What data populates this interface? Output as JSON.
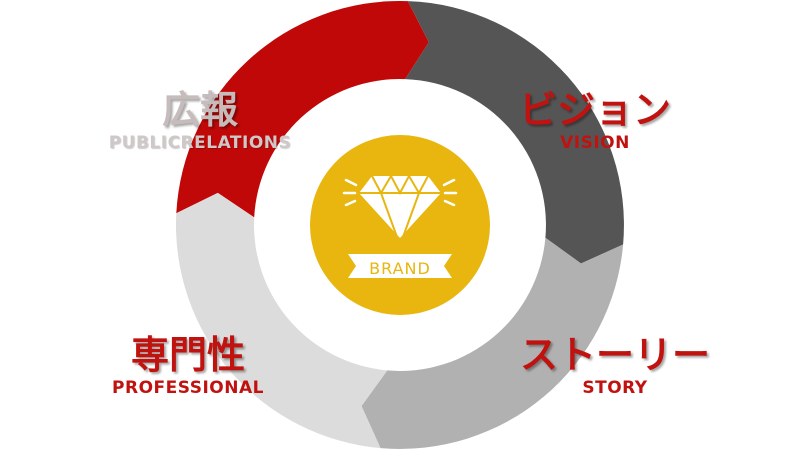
{
  "colors": {
    "pr": "#c10808",
    "vision": "#555555",
    "story": "#b1b1b1",
    "professional": "#dcdcdc",
    "brand": "#e8b60e",
    "label_red": "#c0120f"
  },
  "center": {
    "label": "BRAND",
    "icon": "diamond-icon"
  },
  "segments": [
    {
      "jp": "広報",
      "en": "PUBLICRELATIONS"
    },
    {
      "jp": "ビジョン",
      "en": "VISION"
    },
    {
      "jp": "ストーリー",
      "en": "STORY"
    },
    {
      "jp": "専門性",
      "en": "PROFESSIONAL"
    }
  ]
}
